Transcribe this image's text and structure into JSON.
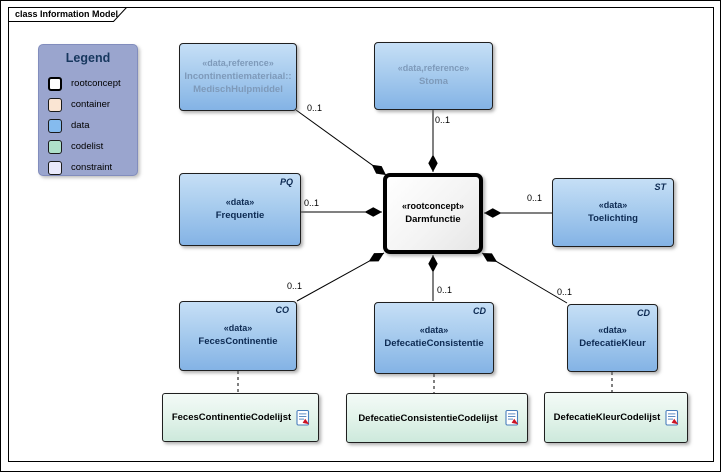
{
  "frame": {
    "title": "class Information Model"
  },
  "legend": {
    "title": "Legend",
    "items": [
      {
        "label": "rootconcept",
        "color": "#ffffff"
      },
      {
        "label": "container",
        "color": "#fae5d3"
      },
      {
        "label": "data",
        "color": "#85bbee"
      },
      {
        "label": "codelist",
        "color": "#aee0c9"
      },
      {
        "label": "constraint",
        "color": "#e9e9fb"
      }
    ]
  },
  "nodes": {
    "incontinentiemateriaal": {
      "stereotype": "«data,reference»",
      "name": "Incontinentiemateriaal::\nMedischHulpmiddel"
    },
    "stoma": {
      "stereotype": "«data,reference»",
      "name": "Stoma"
    },
    "darmfunctie": {
      "stereotype": "«rootconcept»",
      "name": "Darmfunctie"
    },
    "frequentie": {
      "stereotype": "«data»",
      "name": "Frequentie",
      "type_label": "PQ"
    },
    "toelichting": {
      "stereotype": "«data»",
      "name": "Toelichting",
      "type_label": "ST"
    },
    "fecescontinentie": {
      "stereotype": "«data»",
      "name": "FecesContinentie",
      "type_label": "CO"
    },
    "defecatieconsistentie": {
      "stereotype": "«data»",
      "name": "DefecatieConsistentie",
      "type_label": "CD"
    },
    "defecatiekleur": {
      "stereotype": "«data»",
      "name": "DefecatieKleur",
      "type_label": "CD"
    }
  },
  "codelists": [
    {
      "name": "FecesContinentieCodelijst"
    },
    {
      "name": "DefecatieConsistentieCodelijst"
    },
    {
      "name": "DefecatieKleurCodelijst"
    }
  ],
  "associations": [
    {
      "id": "incontinentiemateriaal",
      "multiplicity": "0..1"
    },
    {
      "id": "stoma",
      "multiplicity": "0..1"
    },
    {
      "id": "frequentie",
      "multiplicity": "0..1"
    },
    {
      "id": "toelichting",
      "multiplicity": "0..1"
    },
    {
      "id": "fecescontinentie",
      "multiplicity": "0..1"
    },
    {
      "id": "defecatieconsistentie",
      "multiplicity": "0..1"
    },
    {
      "id": "defecatiekleur",
      "multiplicity": "0..1"
    }
  ]
}
